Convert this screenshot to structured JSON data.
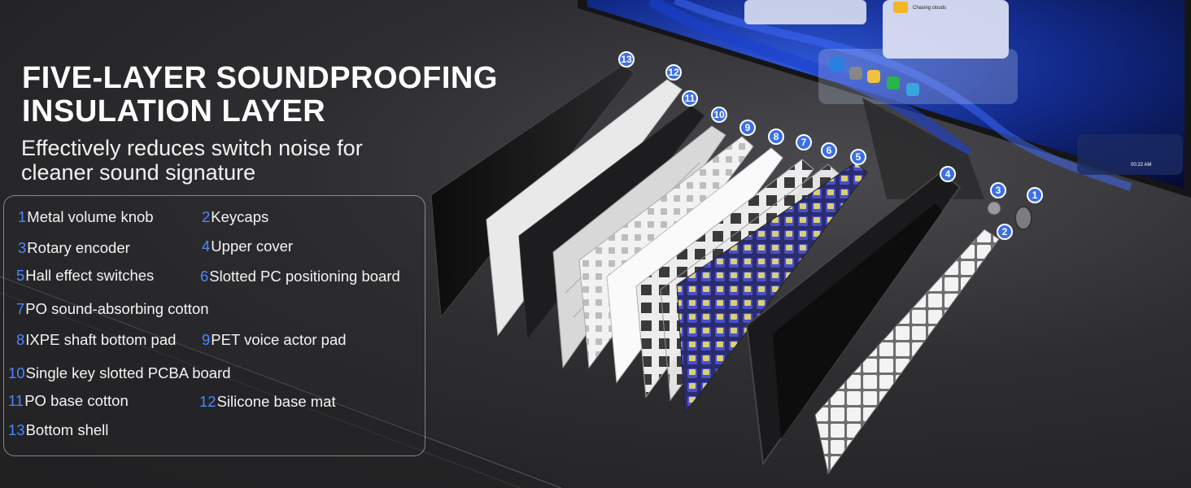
{
  "headline": {
    "line1": "FIVE-LAYER SOUNDPROOFING",
    "line2": "INSULATION LAYER"
  },
  "subline": {
    "line1": "Effectively reduces switch noise for",
    "line2": "cleaner sound signature"
  },
  "legend": [
    {
      "num": "1",
      "label": "Metal volume knob"
    },
    {
      "num": "2",
      "label": "Keycaps"
    },
    {
      "num": "3",
      "label": "Rotary encoder"
    },
    {
      "num": "4",
      "label": "Upper cover"
    },
    {
      "num": "5",
      "label": "Hall effect switches"
    },
    {
      "num": "6",
      "label": "Slotted PC positioning board"
    },
    {
      "num": "7",
      "label": "PO sound-absorbing cotton"
    },
    {
      "num": "8",
      "label": "IXPE shaft bottom pad"
    },
    {
      "num": "9",
      "label": "PET voice actor pad"
    },
    {
      "num": "10",
      "label": "Single key slotted PCBA board"
    },
    {
      "num": "11",
      "label": "PO base cotton"
    },
    {
      "num": "12",
      "label": "Silicone base mat"
    },
    {
      "num": "13",
      "label": "Bottom shell"
    }
  ],
  "monitor": {
    "clock": "00:22 AM",
    "media_title": "Chasing clouds"
  },
  "colors": {
    "accent": "#3b6fe6",
    "legend_number": "#4a86ff",
    "switch_yellow": "#d8cf7a",
    "switch_blue": "#4c4fc8"
  }
}
